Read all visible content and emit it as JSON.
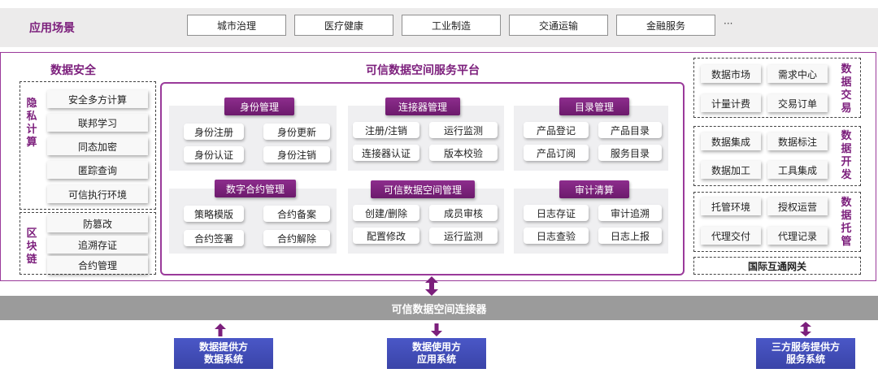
{
  "scenarios": {
    "title": "应用场景",
    "items": [
      "城市治理",
      "医疗健康",
      "工业制造",
      "交通运输",
      "金融服务"
    ],
    "more": "···"
  },
  "data_security": {
    "title": "数据安全",
    "privacy_label": "隐私计算",
    "privacy_items": [
      "安全多方计算",
      "联邦学习",
      "同态加密",
      "匿踪查询",
      "可信执行环境"
    ],
    "blockchain_label": "区块链",
    "blockchain_items": [
      "防篡改",
      "追溯存证",
      "合约管理"
    ]
  },
  "platform": {
    "title": "可信数据空间服务平台",
    "modules": [
      {
        "title": "身份管理",
        "items": [
          "身份注册",
          "身份更新",
          "身份认证",
          "身份注销"
        ]
      },
      {
        "title": "连接器管理",
        "items": [
          "注册/注销",
          "运行监测",
          "连接器认证",
          "版本校验"
        ]
      },
      {
        "title": "目录管理",
        "items": [
          "产品登记",
          "产品目录",
          "产品订阅",
          "服务目录"
        ]
      },
      {
        "title": "数字合约管理",
        "items": [
          "策略模版",
          "合约备案",
          "合约签署",
          "合约解除"
        ]
      },
      {
        "title": "可信数据空间管理",
        "items": [
          "创建/删除",
          "成员审核",
          "配置修改",
          "运行监测"
        ]
      },
      {
        "title": "审计清算",
        "items": [
          "日志存证",
          "审计追溯",
          "日志查验",
          "日志上报"
        ]
      }
    ]
  },
  "right_groups": [
    {
      "label": "数据交易",
      "items": [
        "数据市场",
        "需求中心",
        "计量计费",
        "交易订单"
      ]
    },
    {
      "label": "数据开发",
      "items": [
        "数据集成",
        "数据标注",
        "数据加工",
        "工具集成"
      ]
    },
    {
      "label": "数据托管",
      "items": [
        "托管环境",
        "授权运营",
        "代理交付",
        "代理记录"
      ]
    }
  ],
  "gateway": "国际互通网关",
  "connector": "可信数据空间连接器",
  "systems": [
    {
      "line1": "数据提供方",
      "line2": "数据系统"
    },
    {
      "line1": "数据使用方",
      "line2": "应用系统"
    },
    {
      "line1": "三方服务提供方",
      "line2": "服务系统"
    }
  ]
}
